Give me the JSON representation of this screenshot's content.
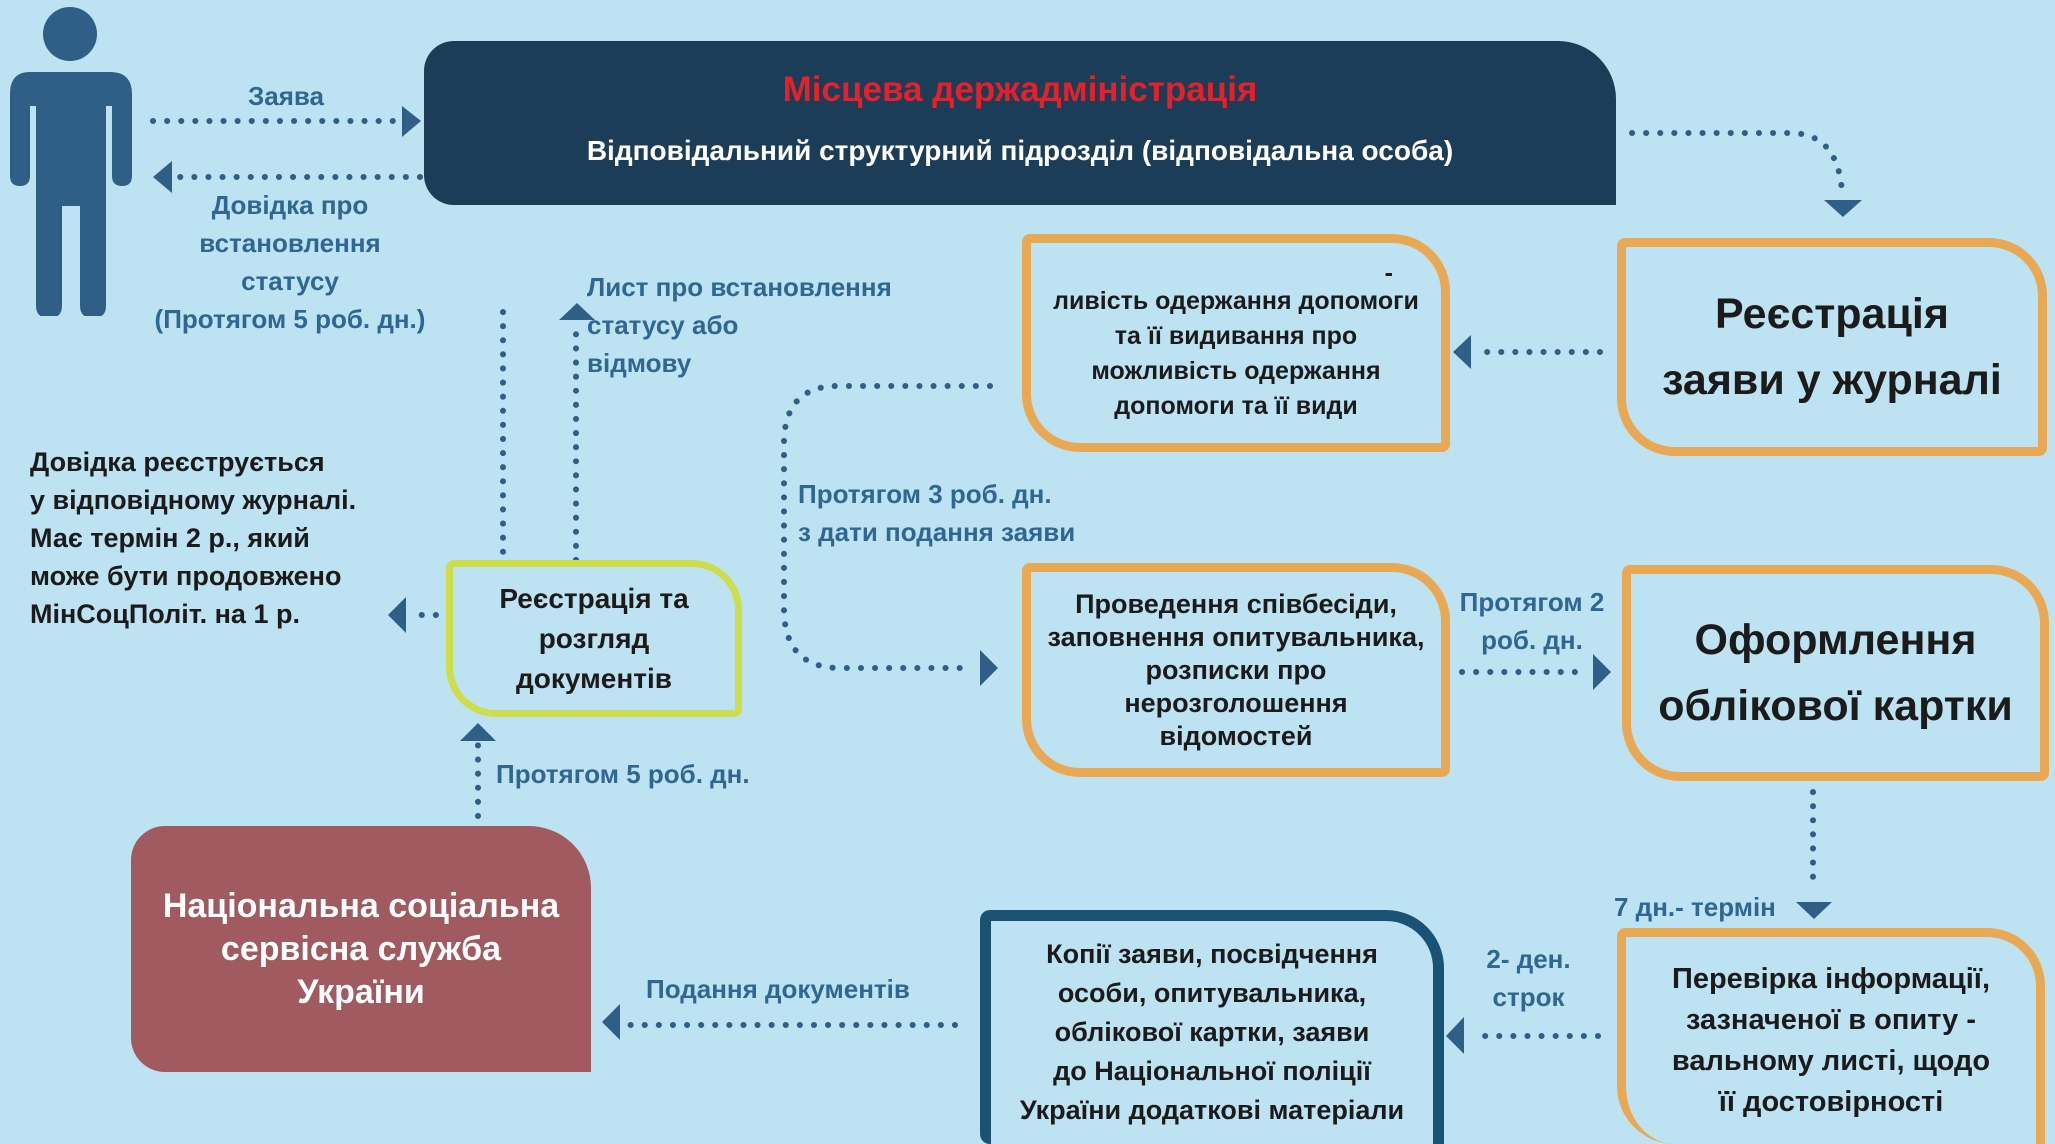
{
  "header": {
    "title": "Місцева держадміністрація",
    "subtitle": "Відповідальний структурний підрозділ (відповідальна особа)",
    "title_color": "#e4202a",
    "bg_color": "#1c3d57"
  },
  "person_icon": "person-icon",
  "arrows": {
    "zayava": "Заява",
    "dovidka": [
      "Довідка про",
      "встановлення",
      "статусу",
      "(Протягом 5 роб. дн.)"
    ],
    "lyst": [
      "Лист про встановлення",
      "статусу або",
      "відмову"
    ],
    "term3": [
      "Протягом 3 роб. дн.",
      "з дати подання заяви"
    ],
    "term2": [
      "Протягом 2",
      "роб. дн."
    ],
    "term5": "Протягом 5 роб. дн.",
    "term7": "7 дн.- термін",
    "term2den": [
      "2- ден.",
      "строк"
    ],
    "podannia": "Подання документів"
  },
  "boxes": {
    "registration": [
      "Реєстрація",
      "заяви у журналі"
    ],
    "info": [
      "-",
      "ливість одержання допомоги",
      "та її видивання про",
      "можливість одержання",
      "допомоги  та її види"
    ],
    "interview": [
      "Проведення співбесіди,",
      "заповнення опитувальника,",
      "розписки про",
      "нерозголошення",
      "відомостей"
    ],
    "card": [
      "Оформлення",
      "облікової картки"
    ],
    "check": [
      "Перевірка інформації,",
      "зазначеної в опиту  -",
      "вальному листі, щодо",
      "її достовірності"
    ],
    "copies": [
      "Копії заяви, посвідчення",
      "особи, опитувальника,",
      "облікової картки, заяви",
      "до Національної поліції",
      "України додаткові матеріали"
    ],
    "nsss": [
      "Національна соціальна",
      "сервісна служба",
      "України"
    ],
    "review": [
      "Реєстрація та",
      "розгляд",
      "документів"
    ]
  },
  "note": [
    "Довідка реєструється",
    "у відповідному журналі.",
    "Має термін 2 р., який",
    "може бути продовжено",
    "МінСоцПоліт. на  1 р."
  ],
  "colors": {
    "background": "#bde3f2",
    "orange": "#e9a954",
    "green": "#cddd4b",
    "dark_blue": "#1a5276",
    "maroon": "#a05a60",
    "arrow": "#2f5f86"
  }
}
